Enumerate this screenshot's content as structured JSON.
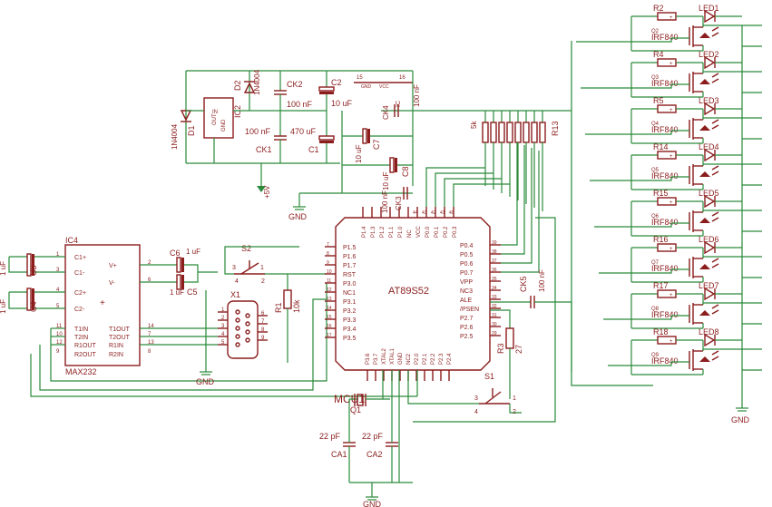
{
  "parts": {
    "ic4": {
      "ref": "IC4",
      "name": "MAX232",
      "pins_left": [
        "C1+",
        "C1-",
        "C2+",
        "C2-",
        "T1IN",
        "T2IN",
        "R1OUT",
        "R2OUT"
      ],
      "pins_right": [
        "V+",
        "V-",
        "T1OUT",
        "T2OUT",
        "R1IN",
        "R2IN"
      ],
      "pin_nums_left": [
        "1",
        "3",
        "4",
        "5",
        "11",
        "10",
        "12",
        "9"
      ],
      "pin_nums_right": [
        "2",
        "6",
        "14",
        "7",
        "13",
        "8"
      ]
    },
    "caps_left": [
      {
        "ref": "C3",
        "value": "1 uF"
      },
      {
        "ref": "C4",
        "value": "1 uF"
      },
      {
        "ref": "C6",
        "value": "1 uF"
      },
      {
        "ref": "C5",
        "value": "1 uF"
      }
    ],
    "s2": {
      "ref": "S2",
      "pins": [
        "1",
        "2",
        "3",
        "4"
      ]
    },
    "x1": {
      "ref": "X1",
      "pins": [
        "1",
        "2",
        "3",
        "4",
        "5",
        "6",
        "7",
        "8",
        "9"
      ]
    },
    "r1": {
      "ref": "R1",
      "value": "10k"
    },
    "gnd_label": "GND",
    "plus5v": "+5V",
    "psu": {
      "d1_ref": "D1",
      "d1_value": "1N4004",
      "d2_ref": "D2",
      "d2_value": "1N4004",
      "ic2_ref": "IC2",
      "ic2_pins": [
        "IN",
        "OUT",
        "GND"
      ],
      "ck2": "CK2",
      "ck2_value": "100 nF",
      "ck1": "CK1",
      "ck1_value": "100 nF",
      "c2": "C2",
      "c2_value": "10 uF",
      "c1": "C1",
      "c1_value": "470 uF",
      "c7": "C7",
      "c7_value": "10 uF",
      "c8": "C8",
      "c8_value": "10 uF",
      "ck4": "CK4",
      "ck4_value": "100 nF",
      "ck3": "CK3",
      "ck3_value": "100 nF",
      "ic": "IC",
      "pin15": "15",
      "pin16": "16",
      "gnd_small": "GND",
      "vcc_small": "VCC"
    },
    "mcu": {
      "ref": "MCU1",
      "name": "AT89S52",
      "top_pins": [
        "P1.4",
        "P1.3",
        "P1.2",
        "P1.1",
        "P1.0",
        "NC",
        "VCC",
        "P0.0",
        "P0.1",
        "P0.2",
        "P0.3"
      ],
      "top_nums": [
        "44",
        "43",
        "42",
        "41",
        "40"
      ],
      "left_pins": [
        "P1.5",
        "P1.6",
        "P1.7",
        "RST",
        "P3.0",
        "NC1",
        "P3.1",
        "P3.2",
        "P3.3",
        "P3.4",
        "P3.5"
      ],
      "left_nums": [
        "7",
        "8",
        "9",
        "10",
        "11",
        "12",
        "13",
        "14",
        "15",
        "16",
        "17"
      ],
      "right_pins": [
        "P0.4",
        "P0.5",
        "P0.6",
        "P0.7",
        "VPP",
        "NC3",
        "ALE",
        "/PSEN",
        "P2.7",
        "P2.6",
        "P2.5"
      ],
      "right_nums": [
        "39",
        "38",
        "37",
        "36",
        "35",
        "34",
        "33",
        "32",
        "31",
        "30",
        "29"
      ],
      "bottom_pins": [
        "P3.6",
        "P3.7",
        "XTAL2",
        "XTAL1",
        "GND",
        "NC2",
        "P2.0",
        "P2.1",
        "P2.2",
        "P2.3",
        "P2.4"
      ],
      "bottom_nums": [
        "18",
        "19",
        "20",
        "21",
        "22",
        "23",
        "24",
        "25",
        "26",
        "27",
        "28"
      ]
    },
    "rn": {
      "ref": "R13",
      "value": "5k"
    },
    "ck5": {
      "ref": "CK5",
      "value": "100 nF"
    },
    "r3": {
      "ref": "R3",
      "value": "27"
    },
    "s1": {
      "ref": "S1",
      "pins": [
        "1",
        "2",
        "3",
        "4"
      ]
    },
    "q1": {
      "ref": "Q1"
    },
    "ca1": {
      "ref": "CA1",
      "value": "22 pF"
    },
    "ca2": {
      "ref": "CA2",
      "value": "22 pF"
    },
    "drivers": [
      {
        "r": "R2",
        "led": "LED1",
        "q": "Q2",
        "mos": "IRF840"
      },
      {
        "r": "R4",
        "led": "LED2",
        "q": "Q3",
        "mos": "IRF840"
      },
      {
        "r": "R5",
        "led": "LED3",
        "q": "Q4",
        "mos": "IRF840"
      },
      {
        "r": "R14",
        "led": "LED4",
        "q": "Q5",
        "mos": "IRF840"
      },
      {
        "r": "R15",
        "led": "LED5",
        "q": "Q6",
        "mos": "IRF840"
      },
      {
        "r": "R16",
        "led": "LED6",
        "q": "Q7",
        "mos": "IRF840"
      },
      {
        "r": "R17",
        "led": "LED7",
        "q": "Q8",
        "mos": "IRF840"
      },
      {
        "r": "R18",
        "led": "LED8",
        "q": "Q9",
        "mos": "IRF840"
      }
    ]
  }
}
